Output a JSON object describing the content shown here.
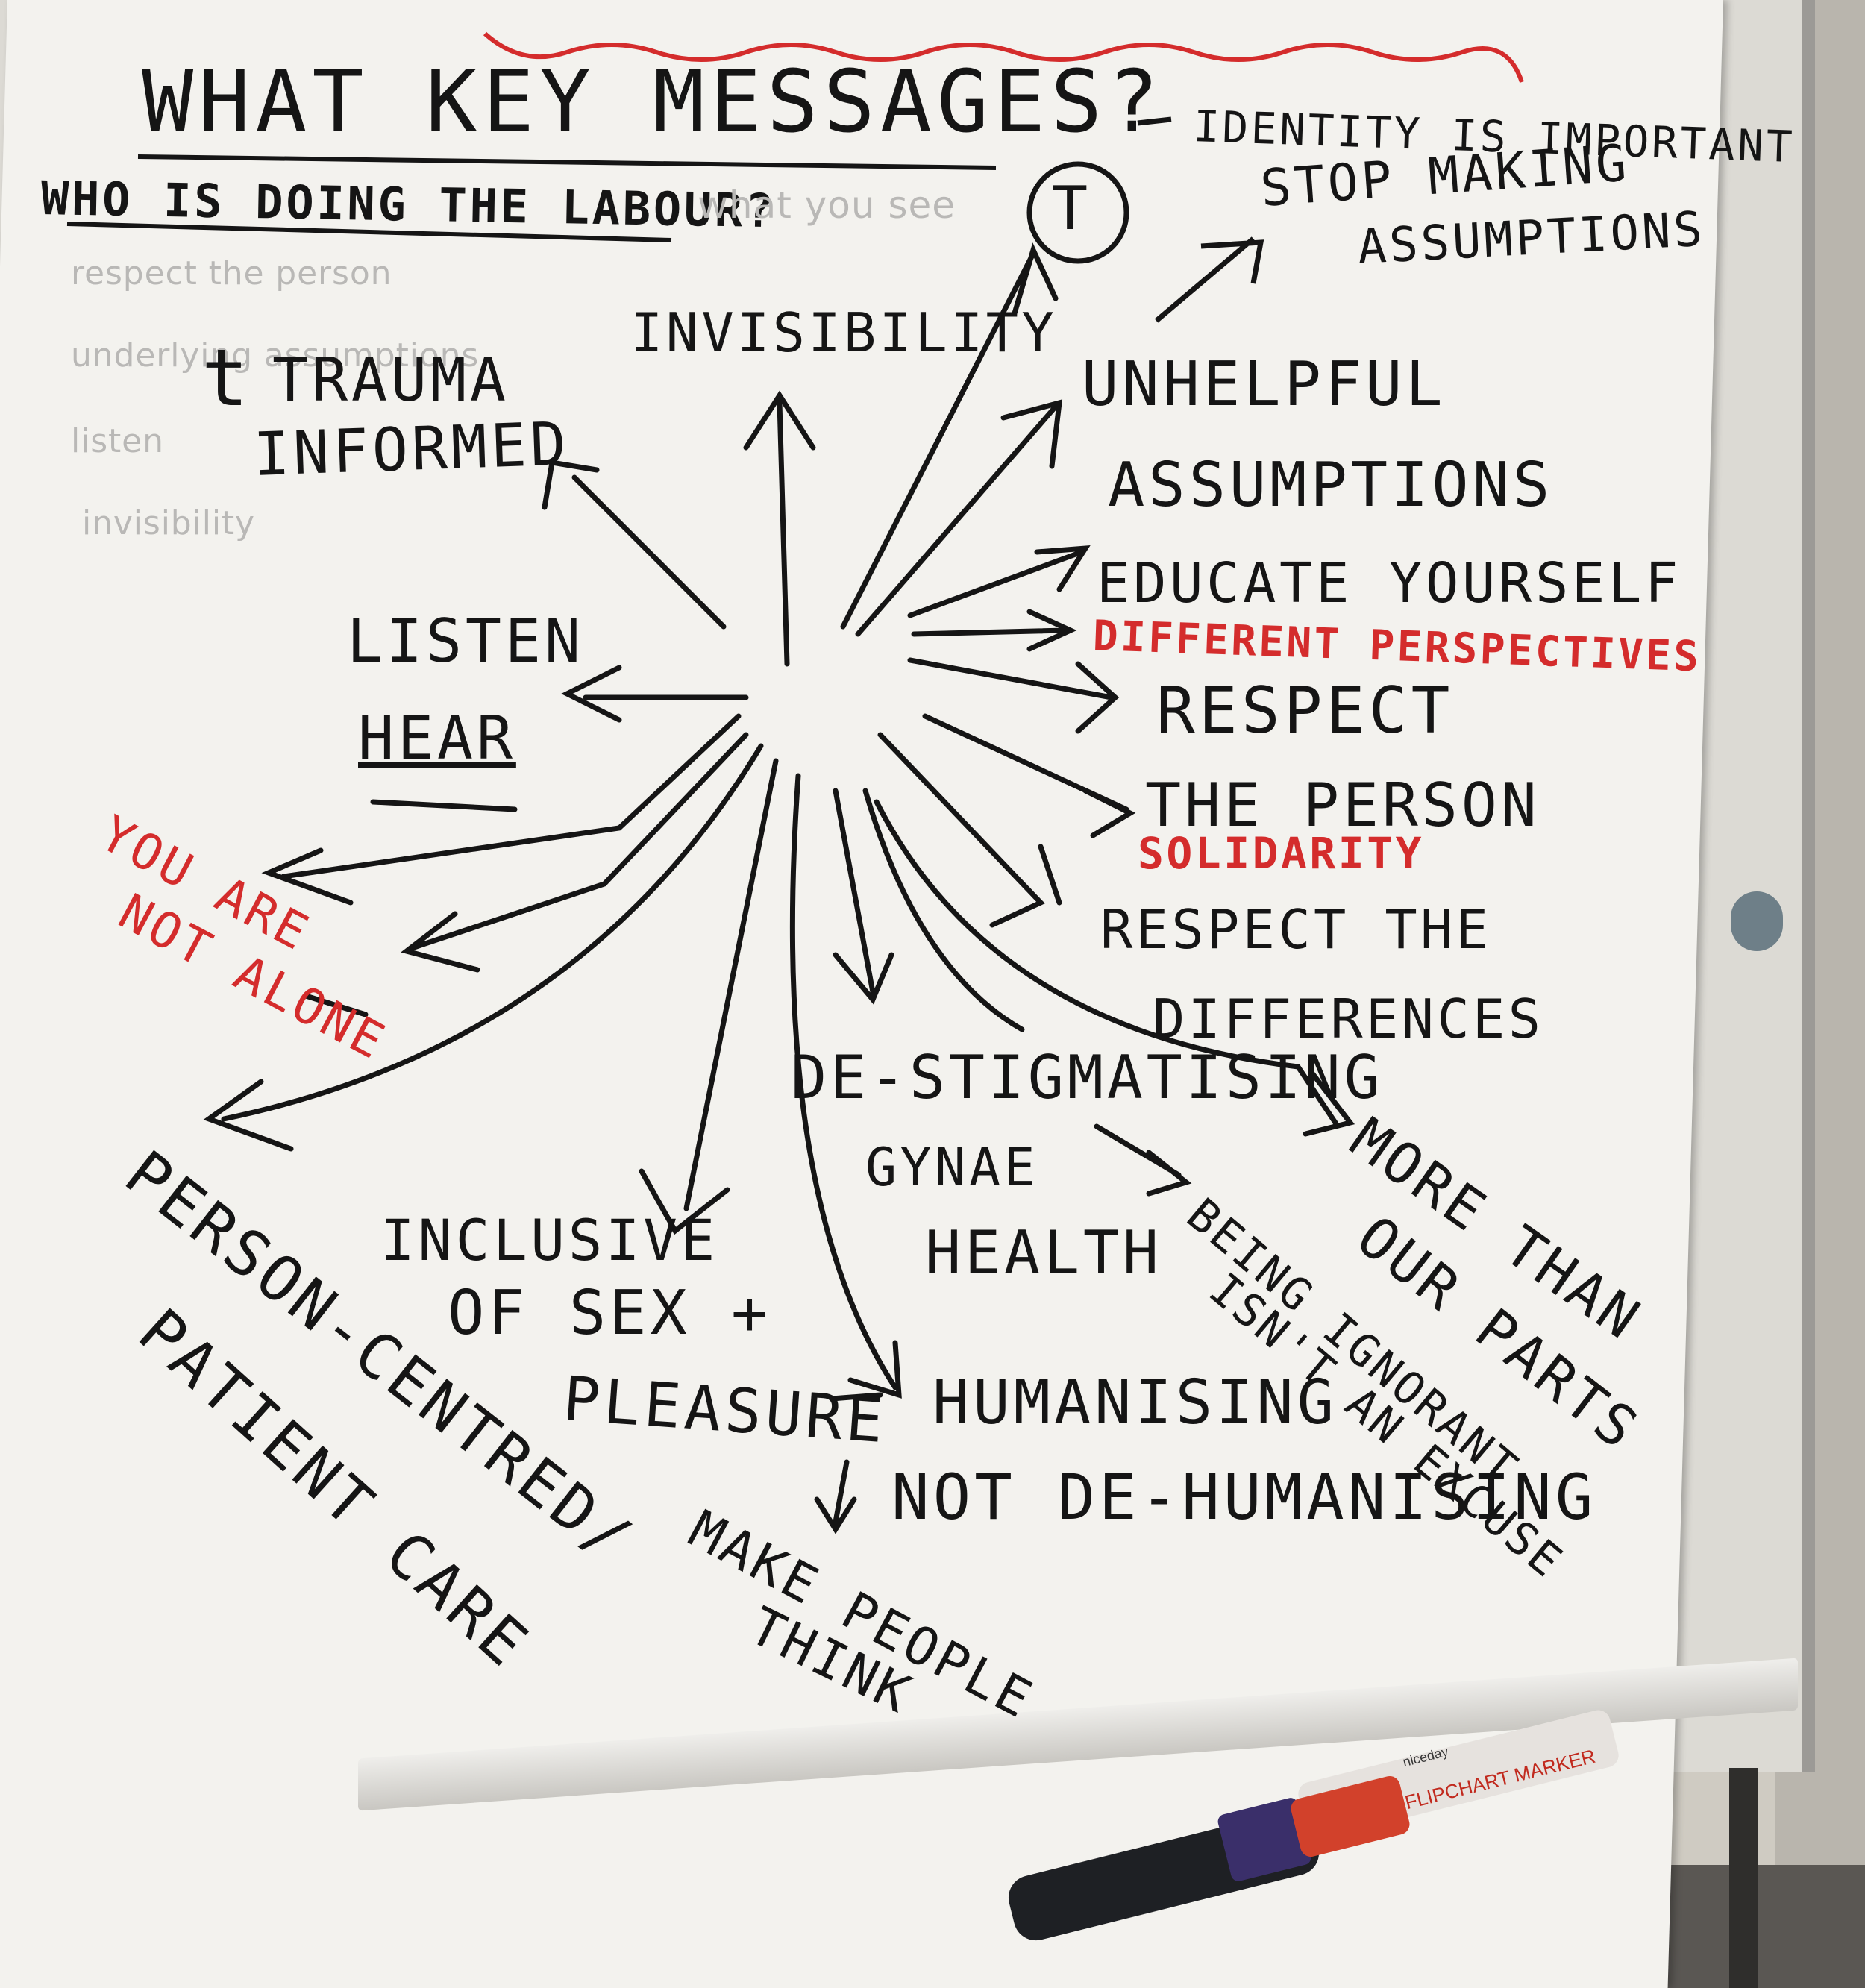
{
  "title": "WHAT KEY MESSAGES?",
  "subtitle": "WHO IS DOING THE LABOUR?",
  "ghost_notes": {
    "top": "what you see",
    "items": [
      "respect the person",
      "underlying assumptions",
      "listen",
      "invisibility"
    ]
  },
  "identity_group": {
    "circle_symbol": "T",
    "line1": "IDENTITY IS IMPORTANT",
    "line2": "STOP MAKING",
    "line3": "ASSUMPTIONS"
  },
  "messages": {
    "trauma_prefix": "t",
    "trauma_line1": "TRAUMA",
    "trauma_line2": "INFORMED",
    "invisibility": "INVISIBILITY",
    "unhelpful": "UNHELPFUL",
    "assumptions": "ASSUMPTIONS",
    "educate": "EDUCATE YOURSELF",
    "different": "DIFFERENT PERSPECTIVES",
    "respect": "RESPECT",
    "the_person": "THE PERSON",
    "solidarity": "SOLIDARITY",
    "respect_the": "RESPECT THE",
    "differences": "DIFFERENCES",
    "listen": "LISTEN",
    "hear": "HEAR",
    "you_are": "YOU ARE",
    "not_alone": "NOT ALONE",
    "more_than": "MORE THAN",
    "our_parts": "OUR PARTS",
    "destigmatising": "DE-STIGMATISING",
    "gynae": "GYNAE",
    "health": "HEALTH",
    "being": "BEING IGNORANT",
    "isnt": "ISN'T AN EXCUSE",
    "inclusive": "INCLUSIVE",
    "of_sex": "OF SEX +",
    "pleasure": "PLEASURE",
    "humanising": "HUMANISING",
    "not_dehumanising": "NOT DE-HUMANISING",
    "person_centred": "PERSON-CENTRED/",
    "patient_care": "PATIENT CARE",
    "make_people": "MAKE PEOPLE",
    "think": "THINK"
  },
  "marker": {
    "brand": "niceday",
    "label": "FLIPCHART MARKER"
  },
  "colors": {
    "ink_black": "#151515",
    "ink_red": "#d42c2c",
    "paper": "#f3f2ee",
    "pencil": "#b9b8b6"
  }
}
